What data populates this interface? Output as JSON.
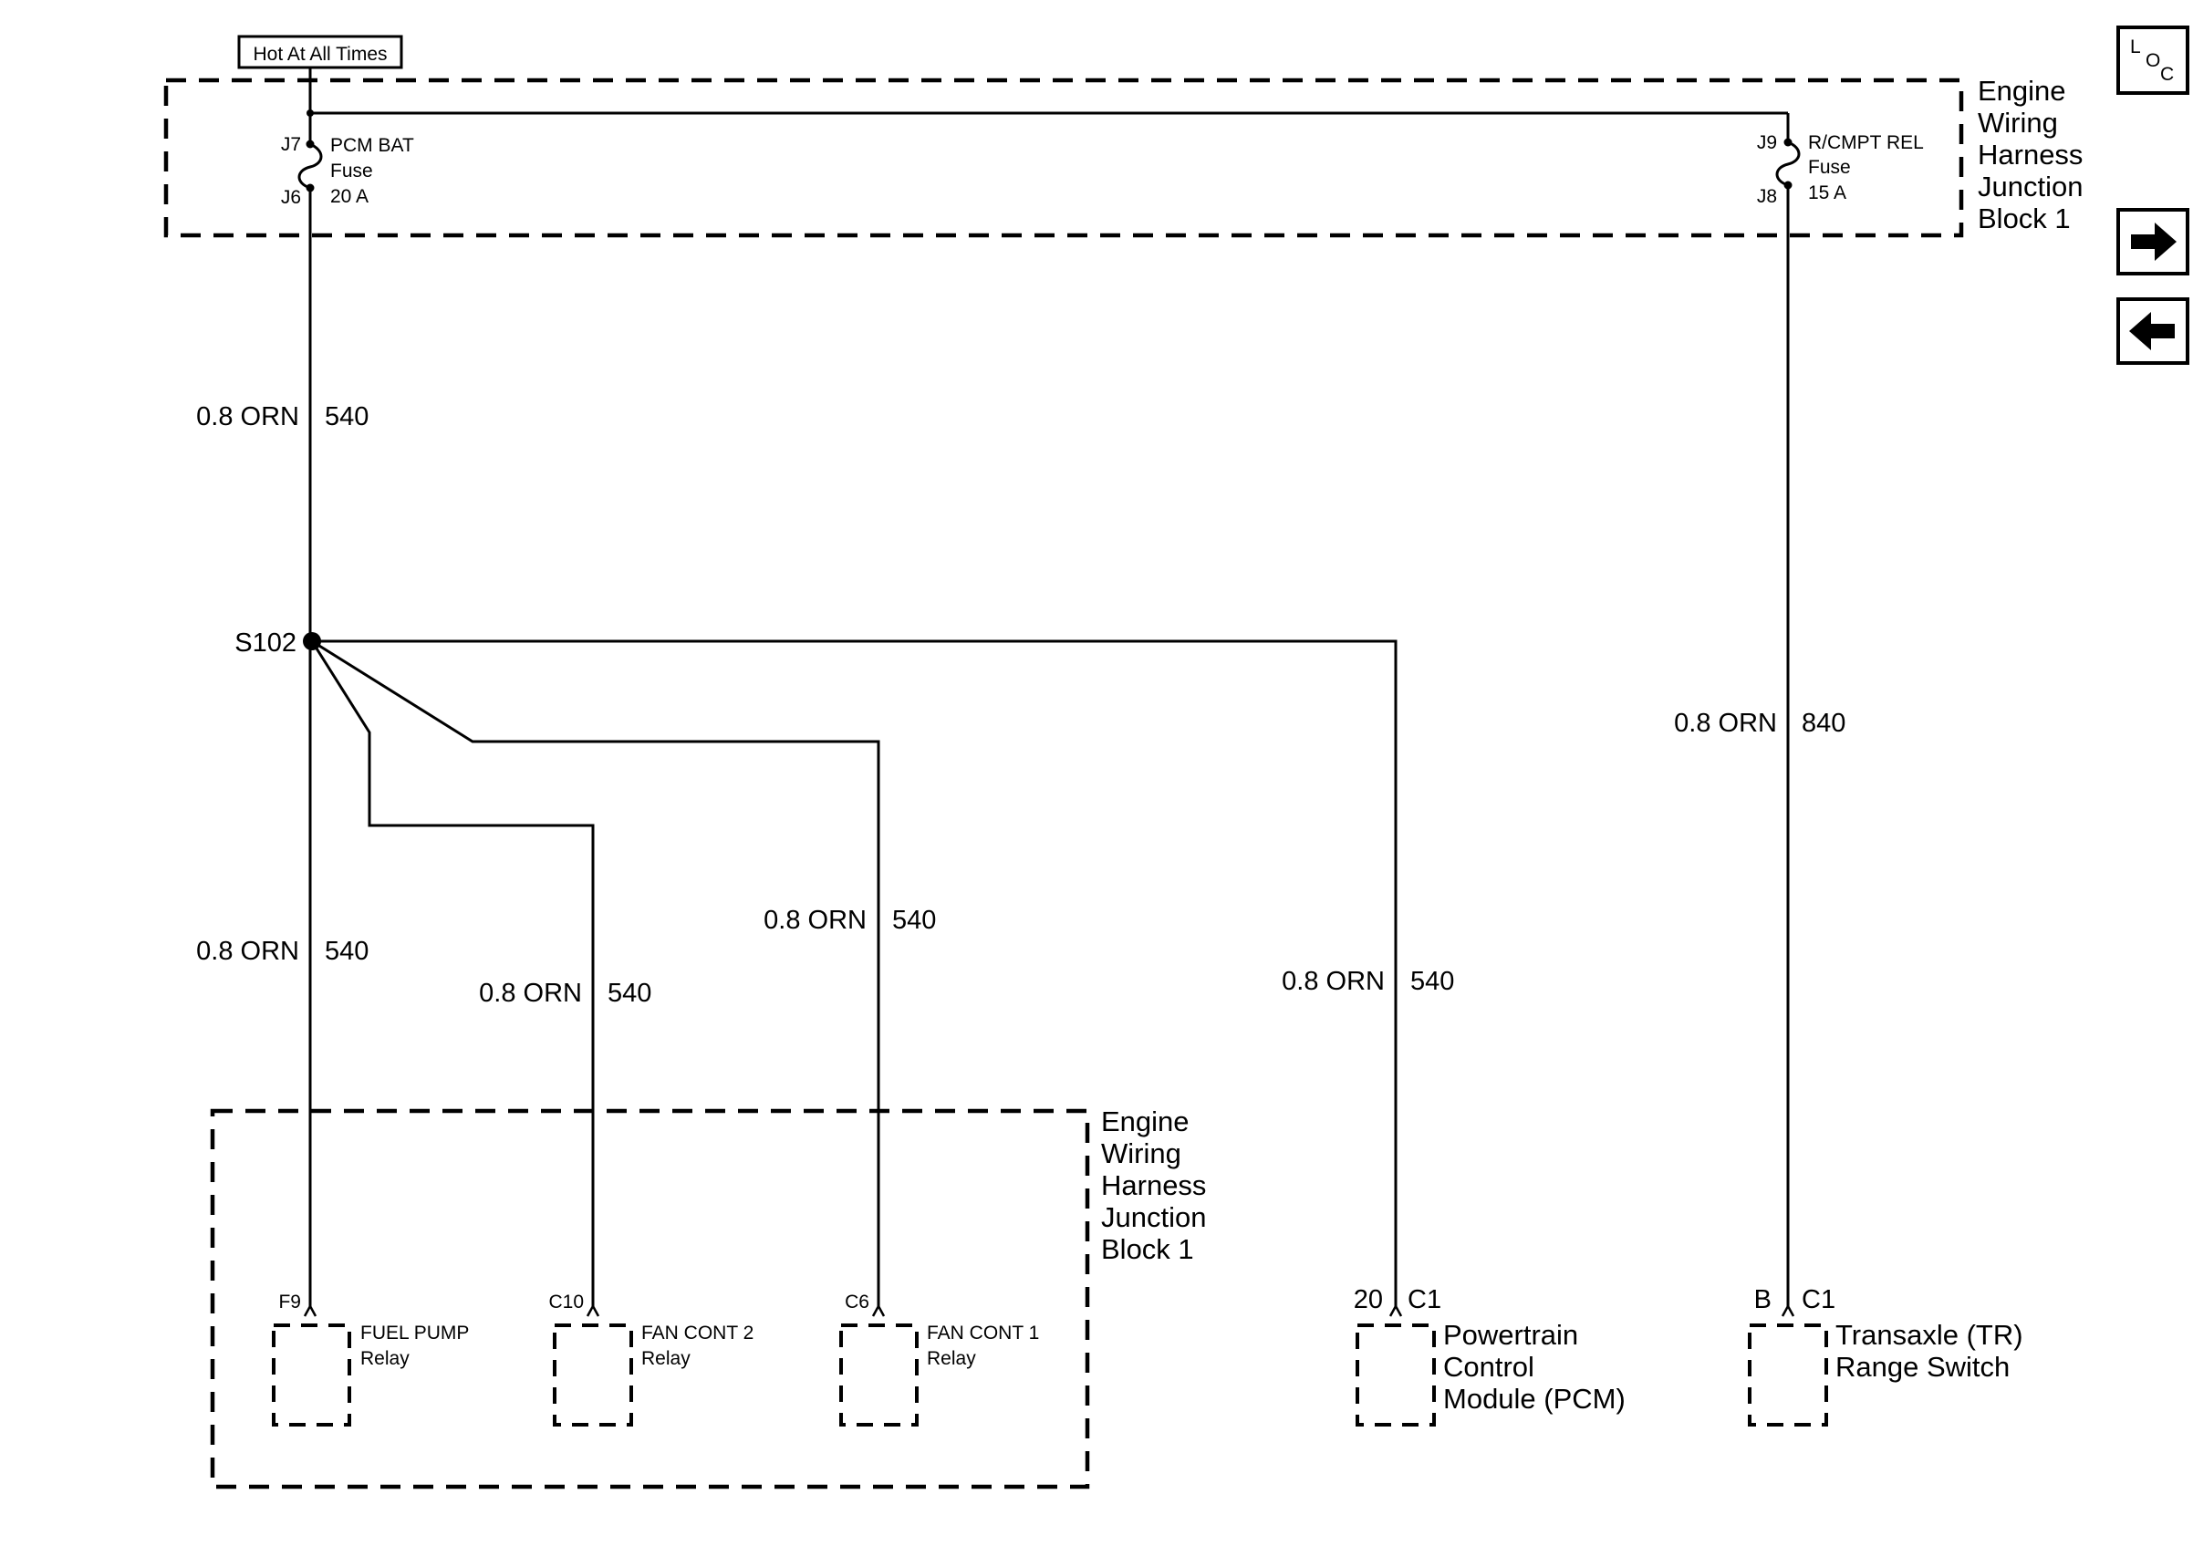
{
  "power_label": "Hot At All Times",
  "junction_block_top": {
    "lines": [
      "Engine",
      "Wiring",
      "Harness",
      "Junction",
      "Block 1"
    ]
  },
  "junction_block_bottom": {
    "lines": [
      "Engine",
      "Wiring",
      "Harness",
      "Junction",
      "Block 1"
    ]
  },
  "fuses": [
    {
      "in_pin": "J7",
      "out_pin": "J6",
      "name": "PCM BAT",
      "type": "Fuse",
      "rating": "20 A"
    },
    {
      "in_pin": "J9",
      "out_pin": "J8",
      "name": "R/CMPT REL",
      "type": "Fuse",
      "rating": "15 A"
    }
  ],
  "splice": "S102",
  "wires": [
    {
      "gauge_color": "0.8 ORN",
      "circuit": "540"
    },
    {
      "gauge_color": "0.8 ORN",
      "circuit": "540"
    },
    {
      "gauge_color": "0.8 ORN",
      "circuit": "540"
    },
    {
      "gauge_color": "0.8 ORN",
      "circuit": "540"
    },
    {
      "gauge_color": "0.8 ORN",
      "circuit": "540"
    },
    {
      "gauge_color": "0.8 ORN",
      "circuit": "840"
    }
  ],
  "components": [
    {
      "pin": "F9",
      "connector": "",
      "lines": [
        "FUEL PUMP",
        "Relay"
      ]
    },
    {
      "pin": "C10",
      "connector": "",
      "lines": [
        "FAN CONT 2",
        "Relay"
      ]
    },
    {
      "pin": "C6",
      "connector": "",
      "lines": [
        "FAN CONT 1",
        "Relay"
      ]
    },
    {
      "pin": "20",
      "connector": "C1",
      "lines": [
        "Powertrain",
        "Control",
        "Module (PCM)"
      ]
    },
    {
      "pin": "B",
      "connector": "C1",
      "lines": [
        "Transaxle (TR)",
        "Range Switch"
      ]
    }
  ],
  "nav": {
    "loc_icon": "location-icon",
    "loc_letters": [
      "L",
      "O",
      "C"
    ],
    "forward_icon": "arrow-right-icon",
    "back_icon": "arrow-left-icon"
  }
}
